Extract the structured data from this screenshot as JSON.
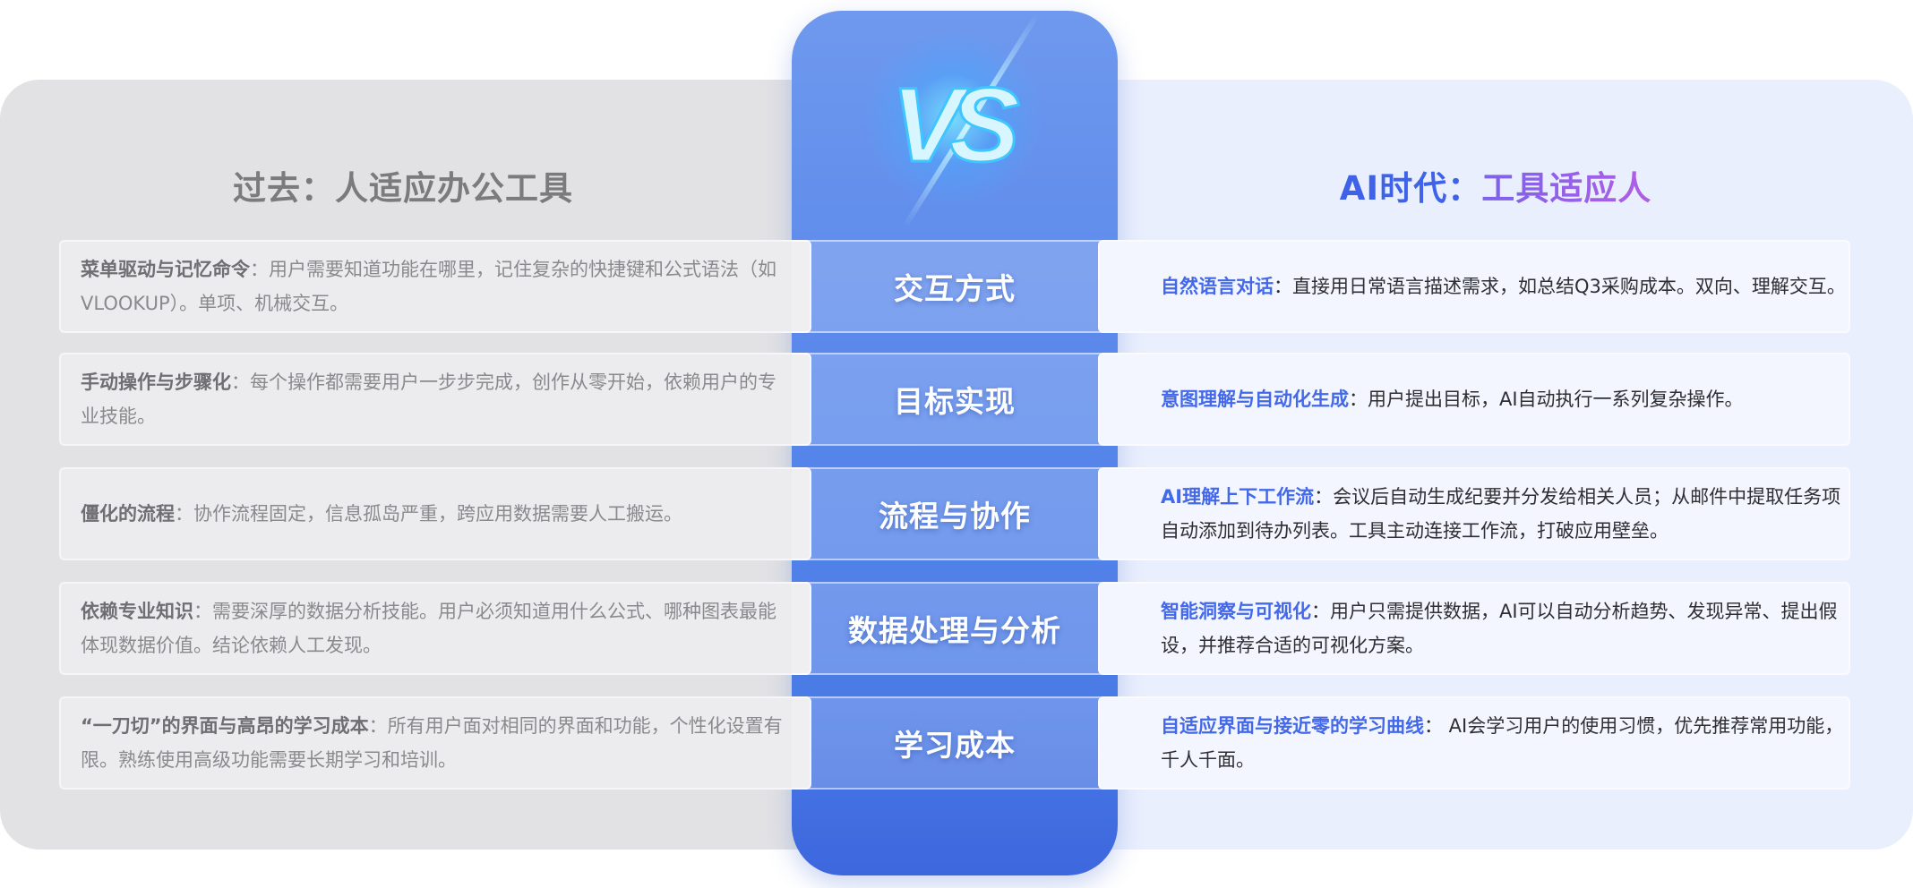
{
  "left_title": "过去：人适应办公工具",
  "right_title": {
    "part1": "AI时代：",
    "part2": "工具适应人"
  },
  "vs_label": "VS",
  "rows": [
    {
      "dimension": "交互方式",
      "past_lead": "菜单驱动与记忆命令",
      "past_text": "：用户需要知道功能在哪里，记住复杂的快捷键和公式语法（如VLOOKUP）。单项、机械交互。",
      "ai_lead": "自然语言对话",
      "ai_text": "：直接用日常语言描述需求，如总结Q3采购成本。双向、理解交互。"
    },
    {
      "dimension": "目标实现",
      "past_lead": "手动操作与步骤化",
      "past_text": "：每个操作都需要用户一步步完成，创作从零开始，依赖用户的专业技能。",
      "ai_lead": "意图理解与自动化生成",
      "ai_text": "：用户提出目标，AI自动执行一系列复杂操作。"
    },
    {
      "dimension": "流程与协作",
      "past_lead": "僵化的流程",
      "past_text": "：协作流程固定，信息孤岛严重，跨应用数据需要人工搬运。",
      "ai_lead": "AI理解上下工作流",
      "ai_text": "：会议后自动生成纪要并分发给相关人员；从邮件中提取任务项自动添加到待办列表。工具主动连接工作流，打破应用壁垒。"
    },
    {
      "dimension": "数据处理与分析",
      "past_lead": "依赖专业知识",
      "past_text": "：需要深厚的数据分析技能。用户必须知道用什么公式、哪种图表最能体现数据价值。结论依赖人工发现。",
      "ai_lead": "智能洞察与可视化",
      "ai_text": "：用户只需提供数据，AI可以自动分析趋势、发现异常、提出假设，并推荐合适的可视化方案。"
    },
    {
      "dimension": "学习成本",
      "past_lead": "“一刀切”的界面与高昂的学习成本",
      "past_text": "：所有用户面对相同的界面和功能，个性化设置有限。熟练使用高级功能需要长期学习和培训。",
      "ai_lead": "自适应界面与接近零的学习曲线",
      "ai_text": "： AI会学习用户的使用习惯，优先推荐常用功能，千人千面。"
    }
  ],
  "colors": {
    "left_panel": "#e2e2e4",
    "right_panel": "#e9effd",
    "center_column": "#5484ea",
    "ai_accent": "#4369ea",
    "title_purple": "#b15ee6"
  },
  "icons": [
    "vs-emblem-icon"
  ]
}
